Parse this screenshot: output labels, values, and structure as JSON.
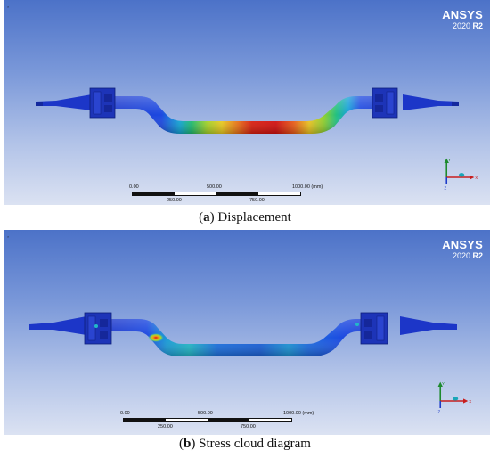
{
  "app": {
    "brand_name": "ANSYS",
    "brand_year": "2020",
    "brand_release": "R2"
  },
  "panels": [
    {
      "id": "a",
      "caption_letter": "a",
      "caption_text": "Displacement",
      "scale_labels_top": [
        "0.00",
        "500.00",
        "1000.00 (mm)"
      ],
      "scale_labels_bottom": [
        "250.00",
        "750.00"
      ],
      "result": "displacement"
    },
    {
      "id": "b",
      "caption_letter": "b",
      "caption_text": "Stress cloud diagram",
      "scale_labels_top": [
        "0.00",
        "500.00",
        "1000.00 (mm)"
      ],
      "scale_labels_bottom": [
        "250.00",
        "750.00"
      ],
      "result": "stress"
    }
  ],
  "triad": {
    "x_label": "X",
    "y_label": "Y",
    "z_label": "Z"
  },
  "colors": {
    "triad_x": "#c81e1e",
    "triad_y": "#1e8a2e",
    "triad_z": "#1e3cc8",
    "model_base": "#1c3fd8",
    "hotspot": "#e01010"
  }
}
